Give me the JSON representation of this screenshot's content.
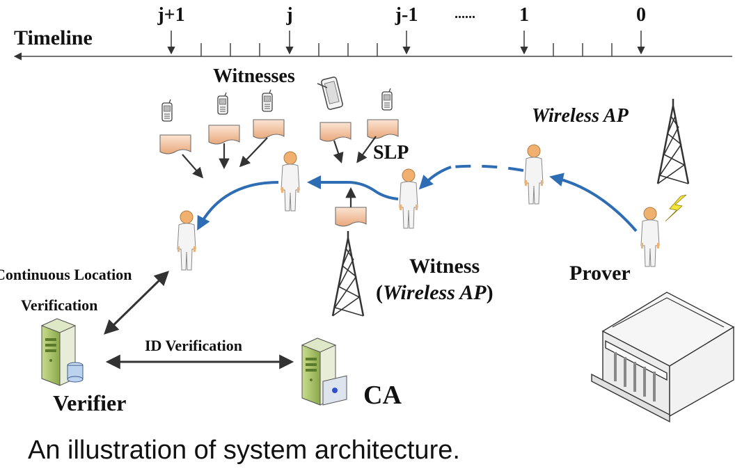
{
  "timeline": {
    "label": "Timeline",
    "ticks": [
      "j+1",
      "j",
      "j-1",
      "......",
      "1",
      "0"
    ]
  },
  "labels": {
    "witnesses": "Witnesses",
    "slp": "SLP",
    "wireless_ap_top": "Wireless AP",
    "witness_line1": "Witness",
    "witness_line2_open": "(",
    "witness_line2_ital": "Wireless AP",
    "witness_line2_close": ")",
    "prover": "Prover",
    "continuous_line1": "Continuous Location",
    "continuous_line2": "Verification",
    "id_verification": "ID Verification",
    "verifier": "Verifier",
    "ca": "CA"
  },
  "caption": "An illustration of system architecture.",
  "colors": {
    "path_blue": "#2e6db4",
    "person_head": "#f0b070",
    "doc_fill": "#f3c8a6",
    "server_green": "#a9c46a"
  }
}
